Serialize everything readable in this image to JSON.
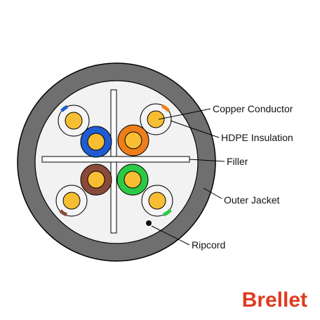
{
  "labels": {
    "copper_conductor": "Copper Conductor",
    "hdpe_insulation": "HDPE Insulation",
    "filler": "Filler",
    "outer_jacket": "Outer Jacket",
    "ripcord": "Ripcord"
  },
  "brand": {
    "name": "Brellet",
    "color": "#e03a1e"
  },
  "colors": {
    "jacket": "#6f6f6f",
    "interior": "#f2f2f2",
    "copper": "#f7be33",
    "blue": "#1f5bd1",
    "orange": "#ef7d1a",
    "brown": "#8a4a3a",
    "green": "#2cc946",
    "white_insulation": "#f5f5f5",
    "leader": "#000000"
  },
  "pairs": [
    {
      "name": "blue-pair",
      "solid": "blue",
      "stripe": "blue"
    },
    {
      "name": "orange-pair",
      "solid": "orange",
      "stripe": "orange"
    },
    {
      "name": "brown-pair",
      "solid": "brown",
      "stripe": "brown"
    },
    {
      "name": "green-pair",
      "solid": "green",
      "stripe": "green"
    }
  ]
}
